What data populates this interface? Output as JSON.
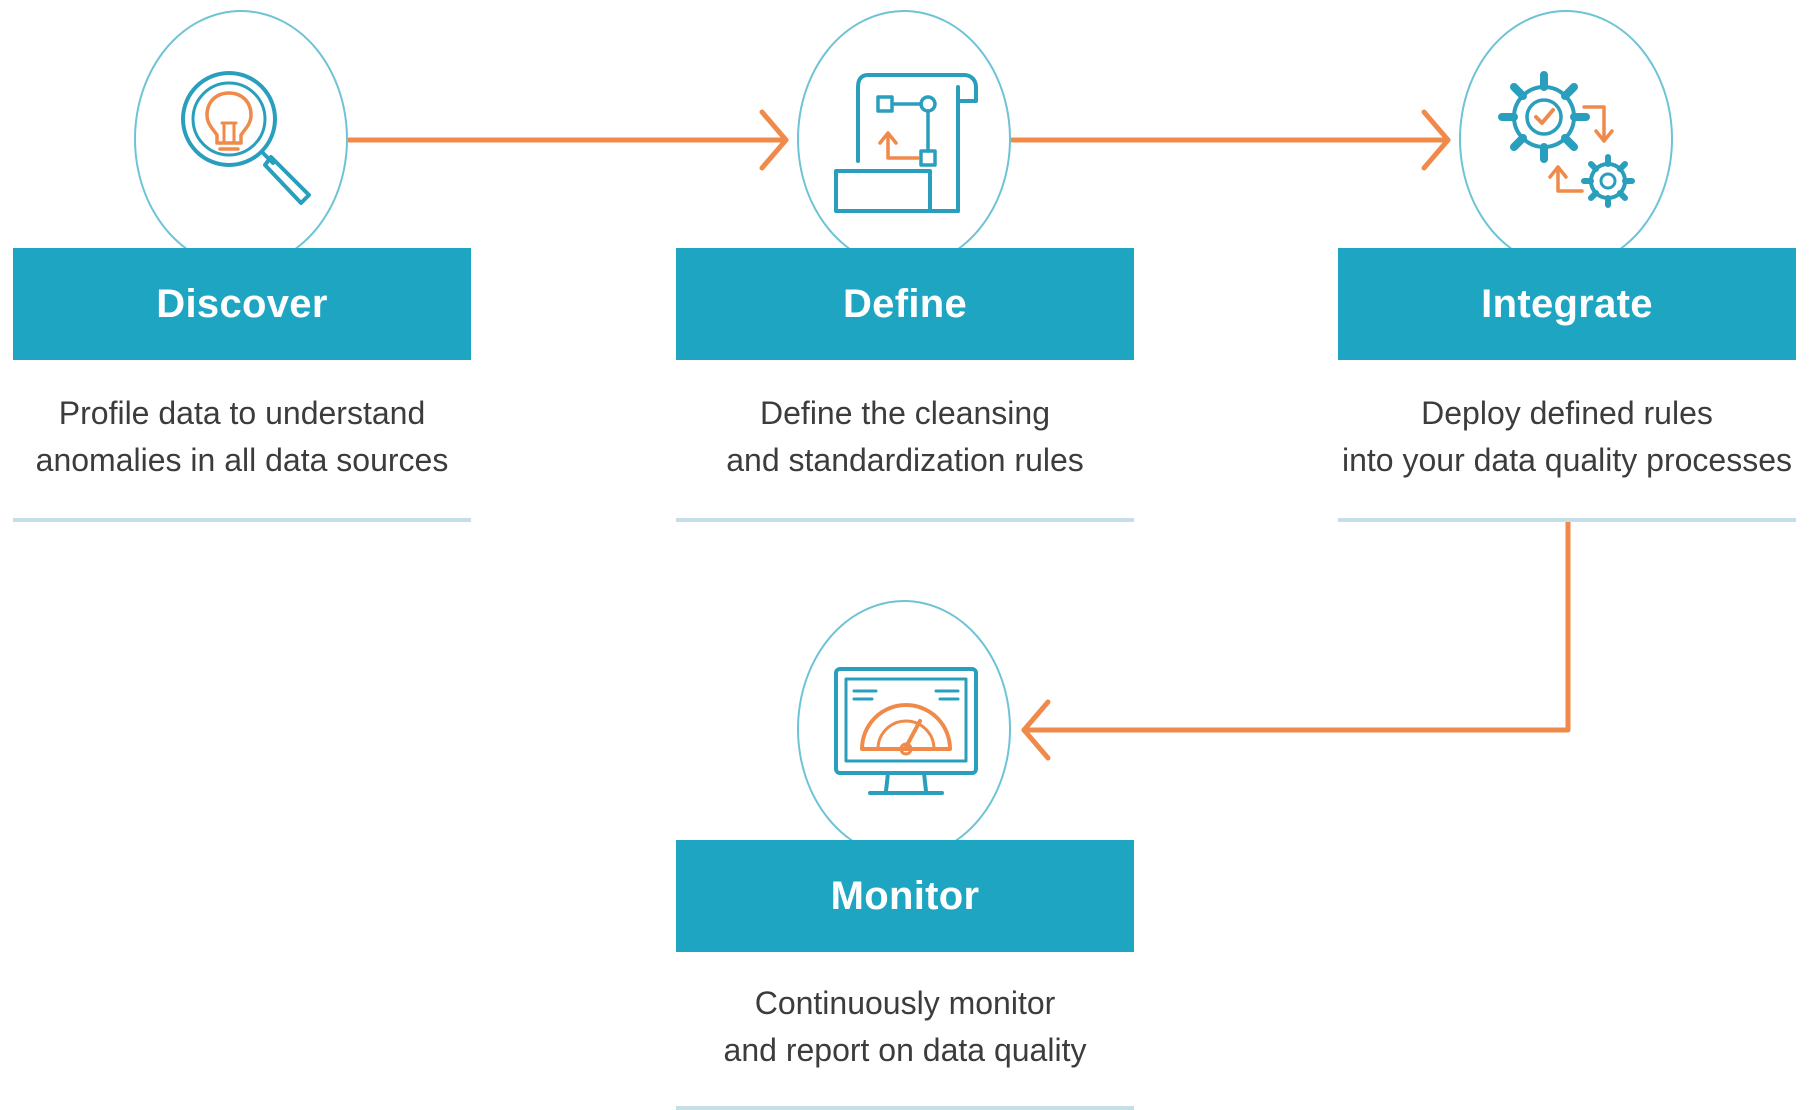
{
  "colors": {
    "banner": "#1ea5c2",
    "circle_stroke": "#6fc3d6",
    "icon_blue": "#2a9fbd",
    "connector": "#ef8a4a",
    "rule": "#c6dee5",
    "text": "#3c3c3c"
  },
  "steps": [
    {
      "title": "Discover",
      "icon": "magnifier-lightbulb-icon",
      "desc": [
        "Profile data to understand",
        "anomalies in all data sources"
      ]
    },
    {
      "title": "Define",
      "icon": "flowchart-scroll-icon",
      "desc": [
        "Define the cleansing",
        "and standardization rules"
      ]
    },
    {
      "title": "Integrate",
      "icon": "gears-cycle-icon",
      "desc": [
        "Deploy defined rules",
        "into your data quality processes"
      ]
    },
    {
      "title": "Monitor",
      "icon": "monitor-gauge-icon",
      "desc": [
        "Continuously monitor",
        "and report on data quality"
      ]
    }
  ]
}
